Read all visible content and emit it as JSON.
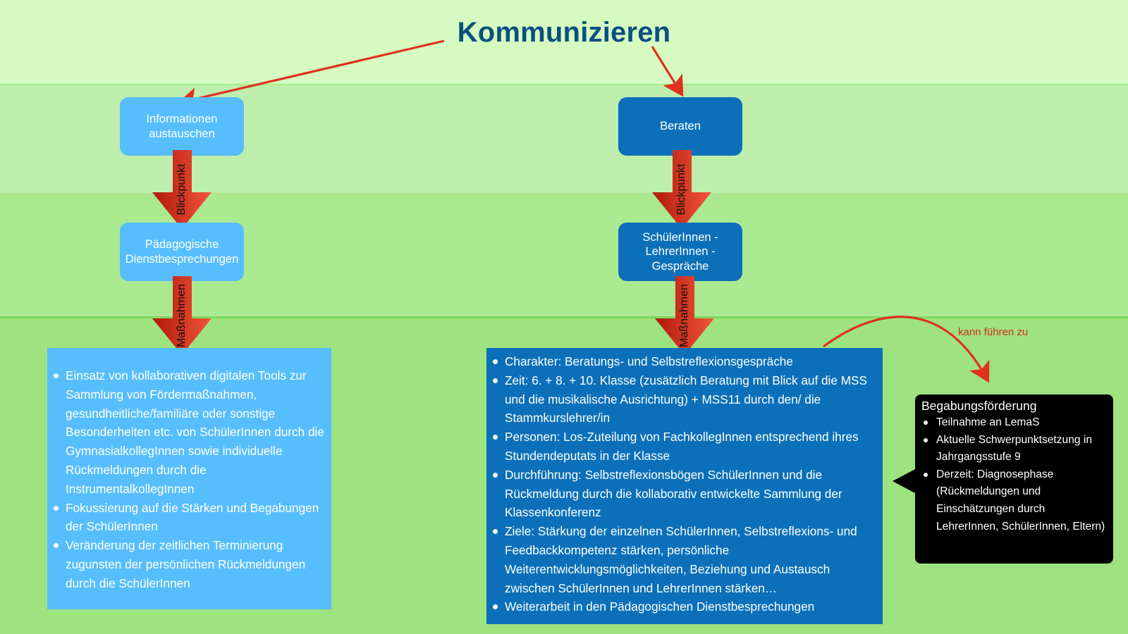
{
  "title": "Kommunizieren",
  "colors": {
    "title": "#0b4f80",
    "node_light": "#57befd",
    "node_dark": "#0b70b9",
    "arrow_red": "#e0301e",
    "callout_bg": "#000000",
    "relation_label": "#d22d1e"
  },
  "left_branch": {
    "node_top": "Informationen\naustauschen",
    "arrow_1_label": "Blickpunkt",
    "node_middle": "Pädagogische\nDienstbesprechungen",
    "arrow_2_label": "Maßnahmen",
    "measures": [
      "Einsatz von kollaborativen digitalen Tools zur Sammlung von Fördermaßnahmen, gesundheitliche/familiäre oder sonstige Besonderheiten  etc. von SchülerInnen durch die GymnasialkollegInnen sowie individuelle Rückmeldungen durch die InstrumentalkollegInnen",
      "Fokussierung auf die Stärken und Begabungen der SchülerInnen",
      "Veränderung der zeitlichen Terminierung zugunsten der persönlichen Rückmeldungen durch die SchülerInnen"
    ]
  },
  "right_branch": {
    "node_top": "Beraten",
    "arrow_1_label": "Blickpunkt",
    "node_middle": "SchülerInnen -\nLehrerInnen -\nGespräche",
    "arrow_2_label": "Maßnahmen",
    "measures": [
      "Charakter: Beratungs- und Selbstreflexionsgespräche",
      "Zeit: 6. + 8. + 10. Klasse (zusätzlich Beratung mit Blick auf die MSS und die musikalische Ausrichtung) + MSS11 durch den/ die Stammkurslehrer/in",
      "Personen: Los-Zuteilung von FachkollegInnen entsprechend ihres Stundendeputats in der Klasse",
      "Durchführung: Selbstreflexionsbögen SchülerInnen und die Rückmeldung durch die kollaborativ entwickelte Sammlung der Klassenkonferenz",
      "Ziele: Stärkung der einzelnen SchülerInnen, Selbstreflexions- und Feedbackkompetenz stärken, persönliche Weiterentwicklungsmöglichkeiten, Beziehung und Austausch zwischen SchülerInnen und LehrerInnen stärken…",
      "Weiterarbeit in den Pädagogischen Dienstbesprechungen"
    ]
  },
  "relation": {
    "label": "kann führen zu"
  },
  "callout": {
    "title": "Begabungsförderung",
    "items": [
      "Teilnahme an LemaS",
      "Aktuelle Schwerpunktsetzung in Jahrgangsstufe 9",
      "Derzeit: Diagnosephase (Rückmeldungen und Einschätzungen durch LehrerInnen, SchülerInnen, Eltern)"
    ]
  }
}
